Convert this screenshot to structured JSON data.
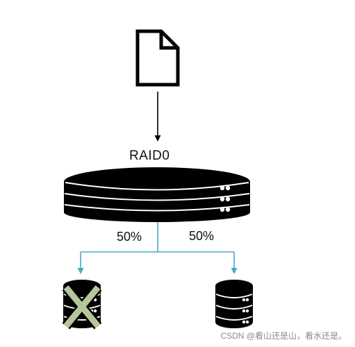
{
  "diagram": {
    "raid_label": "RAID0",
    "split_left": "50%",
    "split_right": "50%",
    "file_icon": "document-icon",
    "array_icon": "raid-array-icon",
    "disk_left_icon": "failed-disk-icon",
    "disk_right_icon": "database-disk-icon"
  },
  "watermark": "CSDN @看山还是山，看水还是。",
  "colors": {
    "stroke": "#000000",
    "connector": "#4aa8bf",
    "failure_x": "#b5c79a"
  }
}
